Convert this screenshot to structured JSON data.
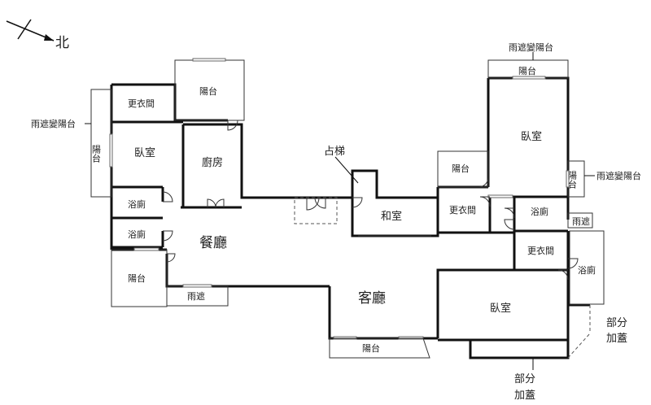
{
  "compass": {
    "label": "北"
  },
  "rooms": {
    "dressing_nw": "更衣間",
    "balcony_nw": "陽台",
    "bedroom_w": "臥室",
    "kitchen": "廚房",
    "bath_w1": "浴廁",
    "bath_w2": "浴廁",
    "balcony_sw": "陽台",
    "rain_shelter_sw": "雨遮",
    "dining": "餐廳",
    "living": "客廳",
    "japanese_room": "和室",
    "balcony_mid": "陽台",
    "dressing_mid": "更衣間",
    "bedroom_ne": "臥室",
    "balcony_ne": "陽台",
    "bath_e1": "浴廁",
    "rain_shelter_e": "雨遮",
    "dressing_se": "更衣間",
    "bath_e2": "浴廁",
    "bedroom_se": "臥室",
    "balcony_s": "陽台",
    "balcony_w_side": "陽台",
    "balcony_e_side": "陽台"
  },
  "annotations": {
    "stair_area": "占梯",
    "rain_balcony_left": "雨遮變陽台",
    "rain_balcony_top": "雨遮變陽台",
    "rain_balcony_right": "雨遮變陽台",
    "partial_cover_1_line1": "部分",
    "partial_cover_1_line2": "加蓋",
    "partial_cover_2_line1": "部分",
    "partial_cover_2_line2": "加蓋"
  }
}
